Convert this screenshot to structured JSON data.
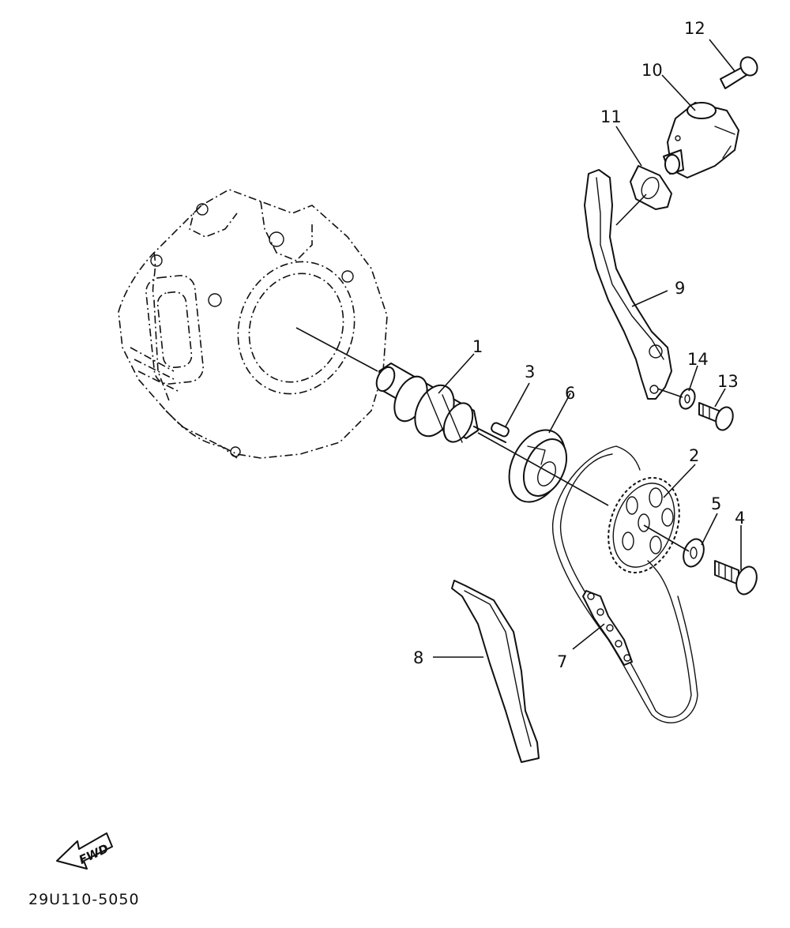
{
  "callouts": [
    {
      "id": "1",
      "label": "1"
    },
    {
      "id": "2",
      "label": "2"
    },
    {
      "id": "3",
      "label": "3"
    },
    {
      "id": "4",
      "label": "4"
    },
    {
      "id": "5",
      "label": "5"
    },
    {
      "id": "6",
      "label": "6"
    },
    {
      "id": "7",
      "label": "7"
    },
    {
      "id": "8",
      "label": "8"
    },
    {
      "id": "9",
      "label": "9"
    },
    {
      "id": "10",
      "label": "10"
    },
    {
      "id": "11",
      "label": "11"
    },
    {
      "id": "12",
      "label": "12"
    },
    {
      "id": "13",
      "label": "13"
    },
    {
      "id": "14",
      "label": "14"
    }
  ],
  "fwd_label": "FWD",
  "reference_code": "29U110-5050"
}
